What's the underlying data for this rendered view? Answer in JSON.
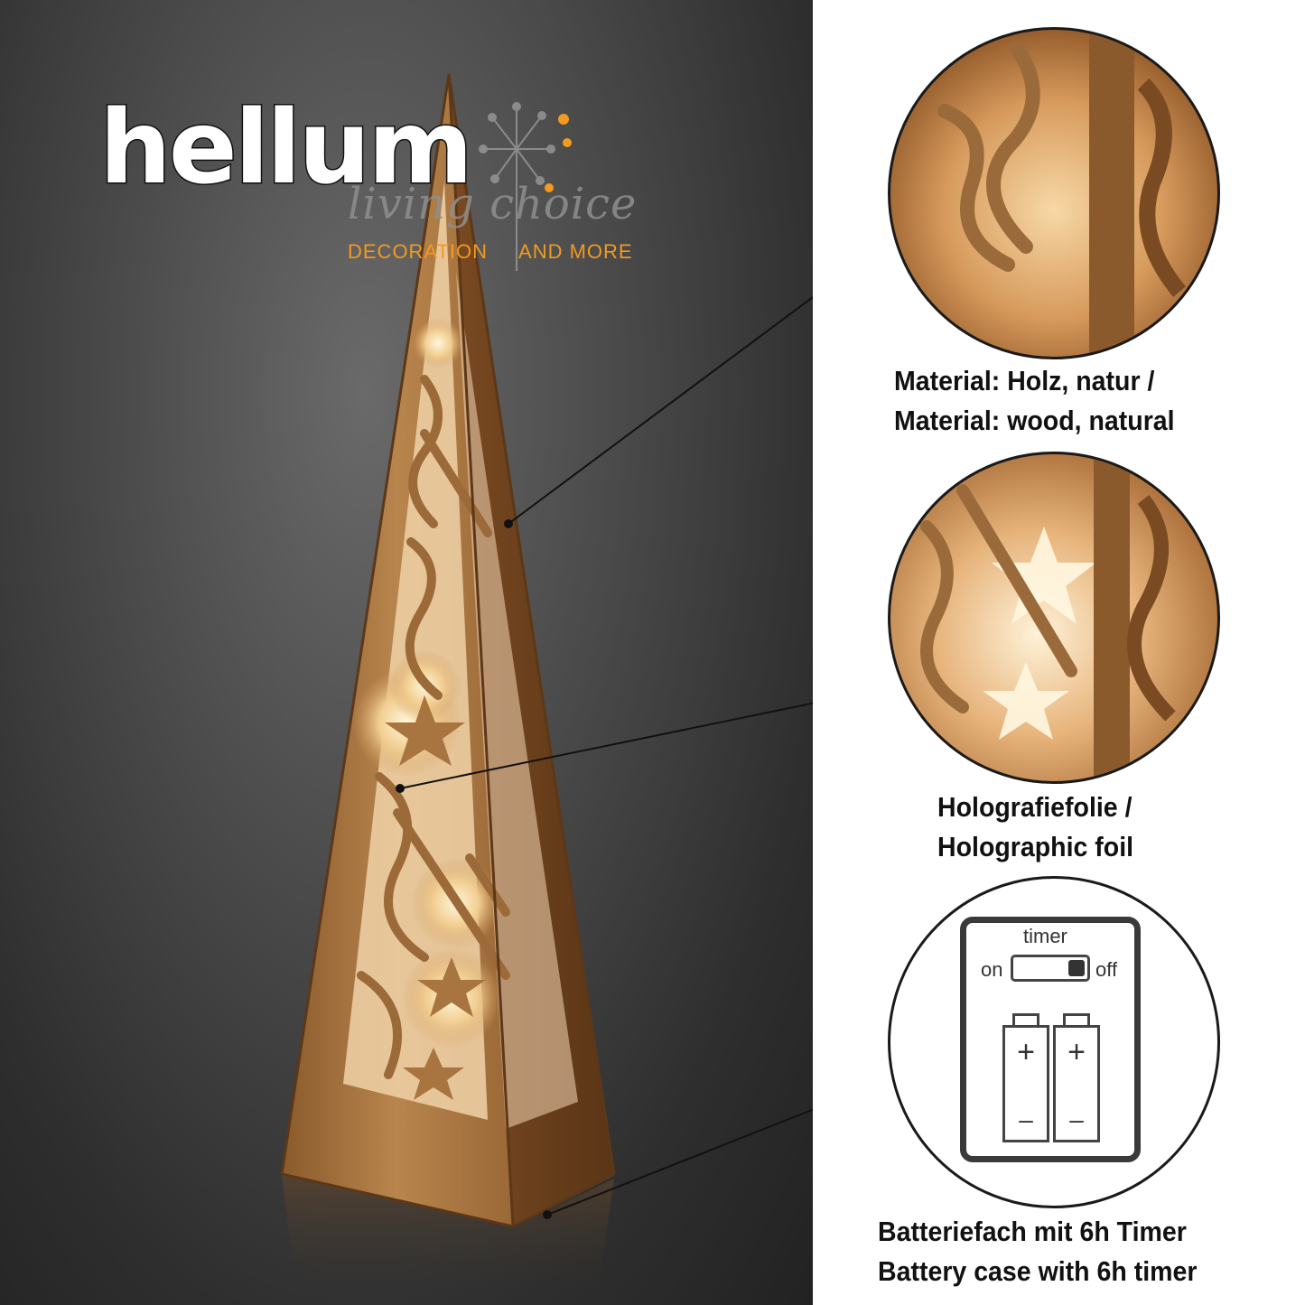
{
  "brand": {
    "name": "hellum",
    "script": "living choice",
    "tagline_left": "DECORATION",
    "tagline_right": "AND MORE"
  },
  "features": [
    {
      "line1": "Material: Holz, natur /",
      "line2": "Material: wood, natural"
    },
    {
      "line1": "Holografiefolie /",
      "line2": "Holographic foil"
    },
    {
      "line1": "Batteriefach mit 6h Timer",
      "line2": "Battery case with 6h timer"
    }
  ],
  "battery_diagram": {
    "timer_label": "timer",
    "on_label": "on",
    "off_label": "off",
    "plus": "+",
    "minus": "–"
  },
  "colors": {
    "accent_orange": "#f39a1f",
    "wood": "#a8743f",
    "background_dark": "#3a3a3a"
  }
}
